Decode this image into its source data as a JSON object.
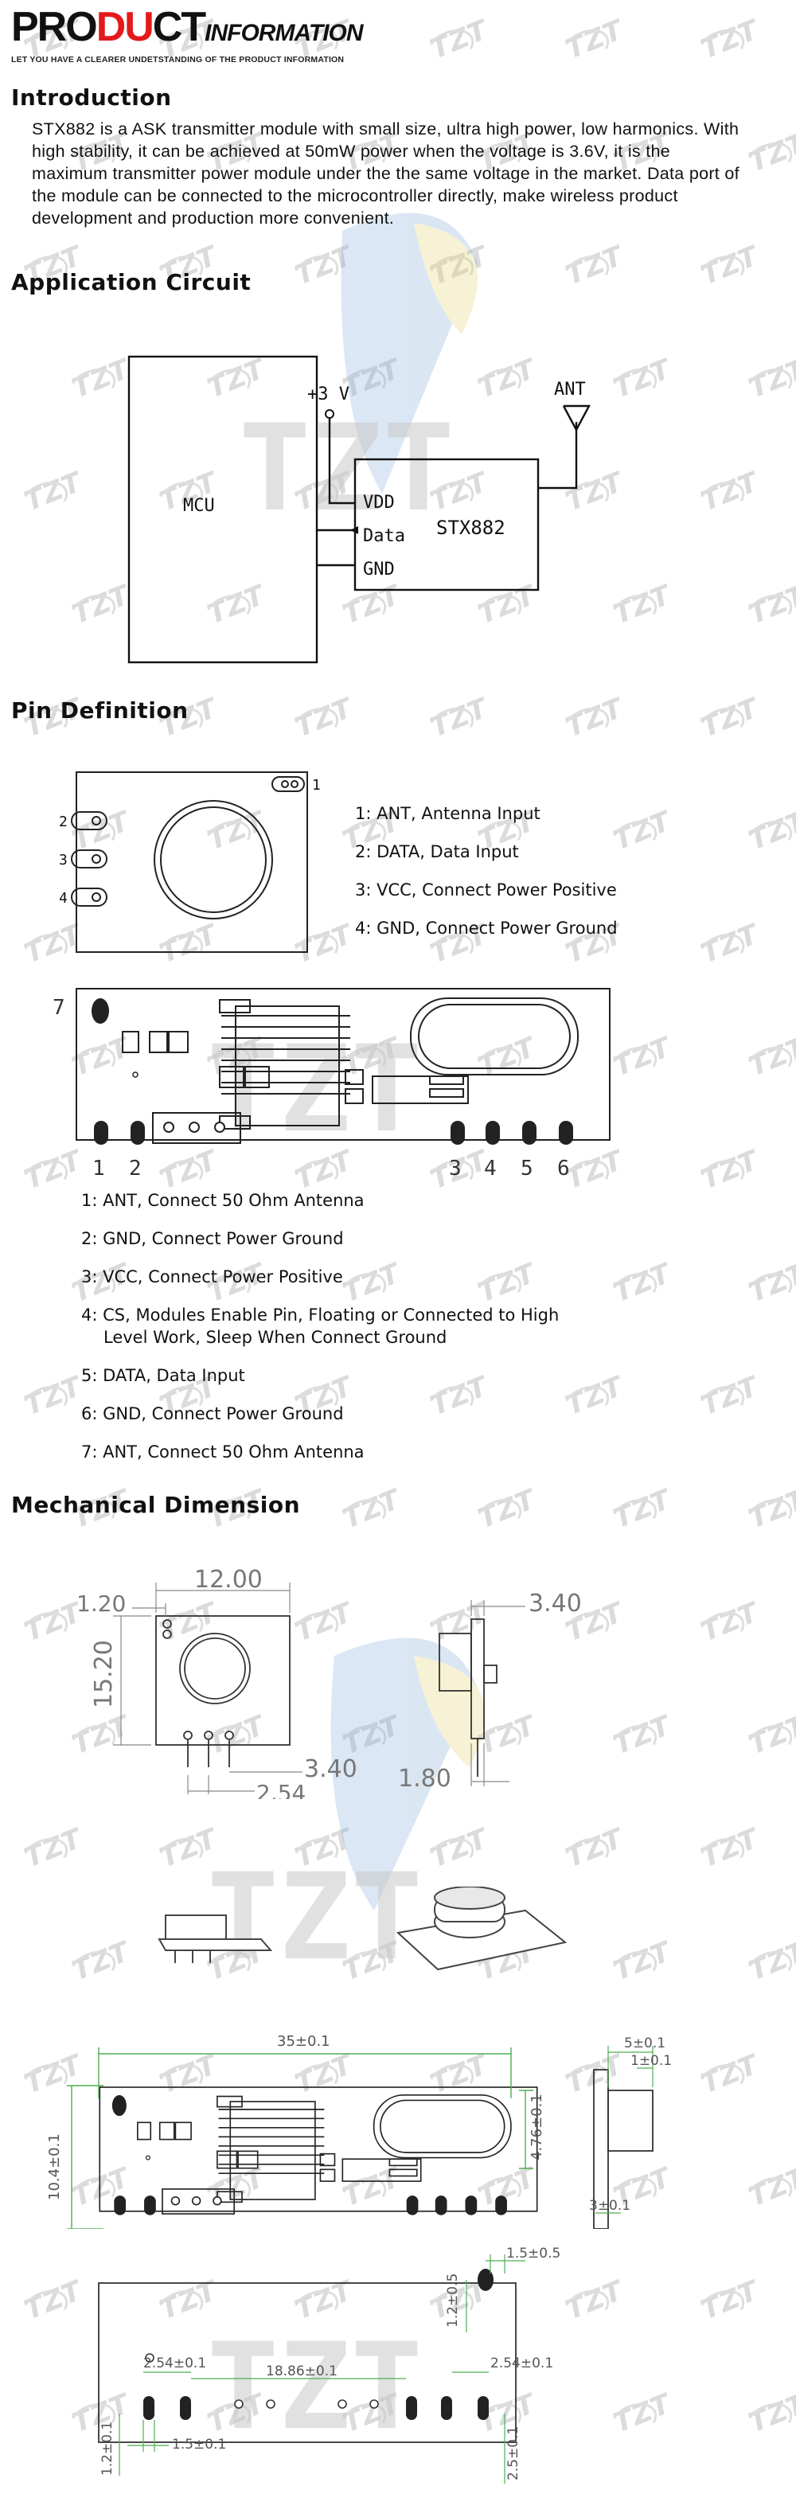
{
  "header": {
    "title_black_1": "PRO",
    "title_red": "DU",
    "title_black_2": "CT",
    "title_sub": "INFORMATION",
    "tagline": "LET YOU HAVE A CLEARER UNDETSTANDING OF THE PRODUCT INFORMATION"
  },
  "watermark": {
    "logo_text": "TZT",
    "big_text": "TZT"
  },
  "introduction": {
    "heading": "Introduction",
    "body": "STX882 is a ASK transmitter module with small size, ultra high power, low harmonics. With high stability, it can be achieved at 50mW power when the voltage is 3.6V, it is the maximum transmitter power module under the the same voltage in the market. Data port of the module can be connected to the microcontroller directly, make wireless product development and production more convenient."
  },
  "application_circuit": {
    "heading": "Application Circuit",
    "mcu": "MCU",
    "supply": "+3 V",
    "antenna": "ANT",
    "module": "STX882",
    "pins": [
      "VDD",
      "Data",
      "GND"
    ]
  },
  "pin_definition": {
    "heading": "Pin Definition",
    "small_pins": [
      "1",
      "2",
      "3",
      "4"
    ],
    "small_list": [
      "1: ANT, Antenna Input",
      "2: DATA, Data Input",
      "3: VCC, Connect Power Positive",
      "4: GND, Connect Power Ground"
    ],
    "board_pins": [
      "1",
      "2",
      "3",
      "4",
      "5",
      "6",
      "7"
    ],
    "board_list": [
      "1: ANT, Connect 50 Ohm Antenna",
      "2: GND, Connect Power Ground",
      "3: VCC, Connect Power Positive",
      "4: CS, Modules Enable Pin, Floating or Connected to High",
      "Level Work, Sleep When Connect Ground",
      "5: DATA, Data Input",
      "6: GND, Connect Power Ground",
      "7: ANT, Connect 50 Ohm Antenna"
    ]
  },
  "mechanical": {
    "heading": "Mechanical Dimension",
    "d_width": "12.00",
    "d_offset": "1.20",
    "d_height": "15.20",
    "d_depth": "3.40",
    "d_pin_len": "3.40",
    "d_side": "1.80",
    "d_pitch": "2.54",
    "b_length": "35±0.1",
    "b_height": "10.4±0.1",
    "b_pin_y": "4.76±0.1",
    "s_w": "5±0.1",
    "s_w2": "1±0.1",
    "s_base": "3±0.1",
    "t_hole": "1.5±0.5",
    "t_v1": "1.2±0.5",
    "t_pitch_l": "2.54±0.1",
    "t_span": "18.86±0.1",
    "t_pitch_r": "2.54±0.1",
    "t_pin": "1.5±0.1",
    "t_v2": "1.2±0.1",
    "t_v3": "2.5±0.1"
  }
}
